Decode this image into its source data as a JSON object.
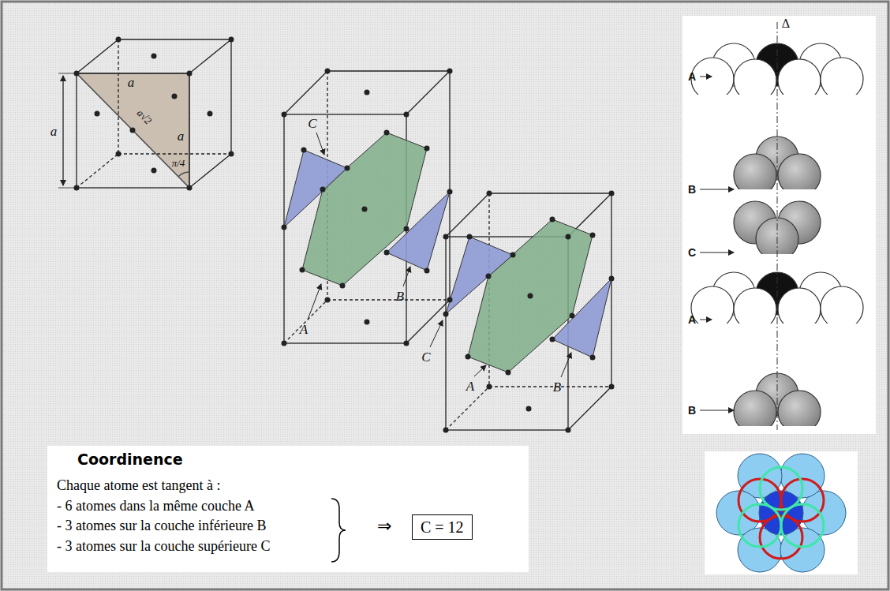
{
  "diagram": {
    "nodes": [
      {
        "text": [
          "Coordinence",
          "Chaque atome est tangent à :",
          "- 6 atomes dans la même couche A",
          "- 3 atomes sur la couche inférieure B",
          "- 3 atomes sur la couche supérieure C",
          "⇒"
        ]
      },
      {
        "text": [
          "C = 12"
        ],
        "in": 0
      }
    ],
    "labels": [
      "a",
      "a",
      "a√2",
      "a",
      "π/4",
      "C",
      "A",
      "B",
      "A",
      "B",
      "C",
      "Δ",
      "A",
      "B",
      "C",
      "A",
      "B"
    ]
  }
}
